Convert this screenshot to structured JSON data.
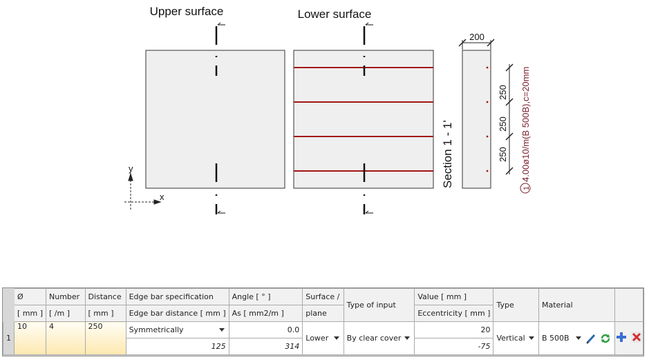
{
  "drawing": {
    "upper_surface_title": "Upper surface",
    "lower_surface_title": "Lower surface",
    "section_label": "Section 1 - 1'",
    "section_width": "200",
    "spacing_labels": [
      "250",
      "250",
      "250"
    ],
    "reinforcement_label": "4.00ø10/m(B 500B),c=20mm",
    "reinforcement_marker": "1",
    "axis_x": "x",
    "axis_y": "y",
    "rebar_color": "#a31515",
    "label_color": "#7a1f2b"
  },
  "grid": {
    "headers": {
      "diameter": {
        "line1": "Ø",
        "line2": "[ mm ]"
      },
      "number": {
        "line1": "Number",
        "line2": "[ /m ]"
      },
      "distance": {
        "line1": "Distance",
        "line2": "[ mm ]"
      },
      "edge_bar": {
        "line1": "Edge bar specification",
        "line2": "Edge bar distance  [ mm ]"
      },
      "angle": {
        "line1": "Angle  [ ° ]",
        "line2": "As  [ mm2/m ]"
      },
      "surface": {
        "line1": "Surface /",
        "line2": "plane"
      },
      "type_of_input": "Type of input",
      "value": {
        "line1": "Value  [ mm ]",
        "line2": "Eccentricity  [ mm ]"
      },
      "type": "Type",
      "material": "Material"
    },
    "row": {
      "index": "1",
      "diameter": "10",
      "number": "4",
      "distance": "250",
      "edge_bar_spec": "Symmetrically",
      "edge_bar_distance": "125",
      "angle": "0.0",
      "as": "314",
      "surface": "Lower",
      "type_of_input": "By clear cover",
      "value": "20",
      "eccentricity": "-75",
      "type": "Vertical",
      "material": "B 500B"
    }
  }
}
